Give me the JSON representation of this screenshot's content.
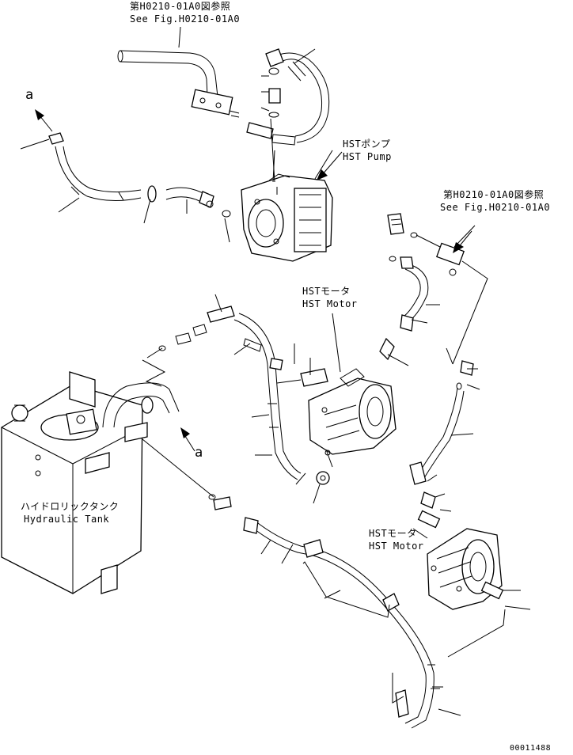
{
  "refs": {
    "top_ref_jp": "第H0210-01A0図参照",
    "top_ref_en": "See Fig.H0210-01A0",
    "right_ref_jp": "第H0210-01A0図参照",
    "right_ref_en": "See Fig.H0210-01A0"
  },
  "components": {
    "hst_pump_jp": "HSTポンプ",
    "hst_pump_en": "HST Pump",
    "hst_motor_jp": "HSTモータ",
    "hst_motor_en": "HST Motor",
    "hst_motor2_jp": "HSTモータ",
    "hst_motor2_en": "HST Motor",
    "tank_jp": "ハイドロリックタンク",
    "tank_en": "Hydraulic Tank"
  },
  "markers": {
    "a_top": "a",
    "a_bottom": "a"
  },
  "drawing_number": "00011488"
}
